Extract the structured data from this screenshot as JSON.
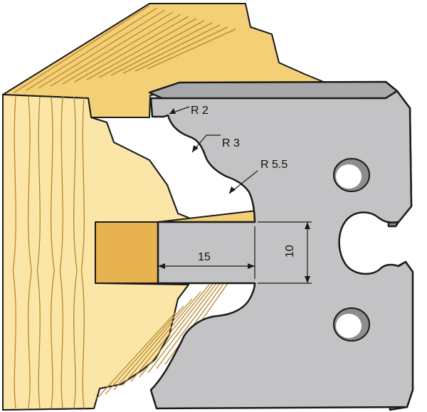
{
  "annotations": {
    "radius_small": "R 2",
    "radius_mid": "R 3",
    "radius_large": "R 5.5",
    "groove_depth": "15",
    "groove_width": "10"
  },
  "colors": {
    "wood_light": "#fbe6a8",
    "wood_mid": "#f3cf76",
    "wood_dark": "#e7b24f",
    "wood_grain": "#b9862b",
    "steel_face": "#c3c3c5",
    "steel_edge": "#8d8d90",
    "outline": "#1a1a1a"
  },
  "icons": [
    "wood-profile",
    "cutter-knife"
  ]
}
